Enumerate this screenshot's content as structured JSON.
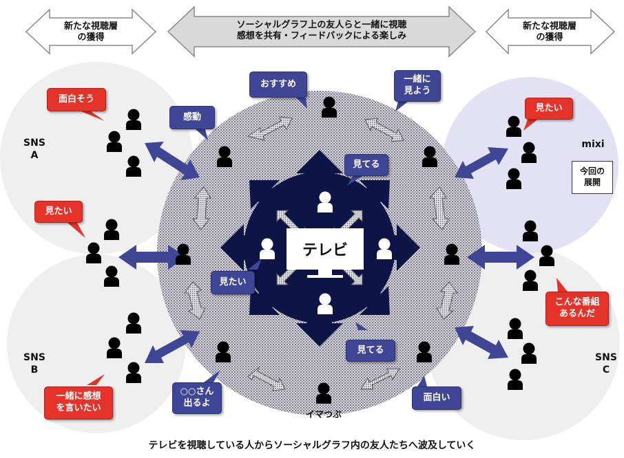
{
  "top_arrows": {
    "left": [
      "新たな視聴層",
      "の獲得"
    ],
    "center": [
      "ソーシャルグラフ上の友人らと一緒に視聴",
      "感想を共有・フィードバックによる楽しみ"
    ],
    "right": [
      "新たな視聴層",
      "の獲得"
    ]
  },
  "groups": {
    "sns_a": [
      "SNS",
      "A"
    ],
    "sns_b": [
      "SNS",
      "B"
    ],
    "sns_c": [
      "SNS",
      "C"
    ],
    "mixi": "mixi",
    "mixi_note": [
      "今回の",
      "展開"
    ]
  },
  "center": {
    "tv": "テレビ",
    "community": "イマつぶ"
  },
  "bubbles": {
    "osusume": "おすすめ",
    "issho_miyou": [
      "一緒に",
      "見よう"
    ],
    "kandou": "感動",
    "miteru_top": "見てる",
    "mitai_center": "見たい",
    "miteru_bottom": "見てる",
    "omoshiroi": "面白い",
    "san_deruyo": [
      "○○さん",
      "出るよ"
    ],
    "omoshirosou": "面白そう",
    "mitai_left": "見たい",
    "issho_kansou": [
      "一緒に感想",
      "を言いたい"
    ],
    "mitai_right": "見たい",
    "konna_bangumi": [
      "こんな番組",
      "あるんだ"
    ]
  },
  "caption": "テレビを視聴している人からソーシャルグラフ内の友人たちへ波及していく",
  "colors": {
    "arrow_blue": "#3f4696",
    "navy": "#0f1446",
    "red": "#e5332a",
    "gray_circle": "#eeeeee",
    "mixi_circle": "#e2e2f4"
  }
}
